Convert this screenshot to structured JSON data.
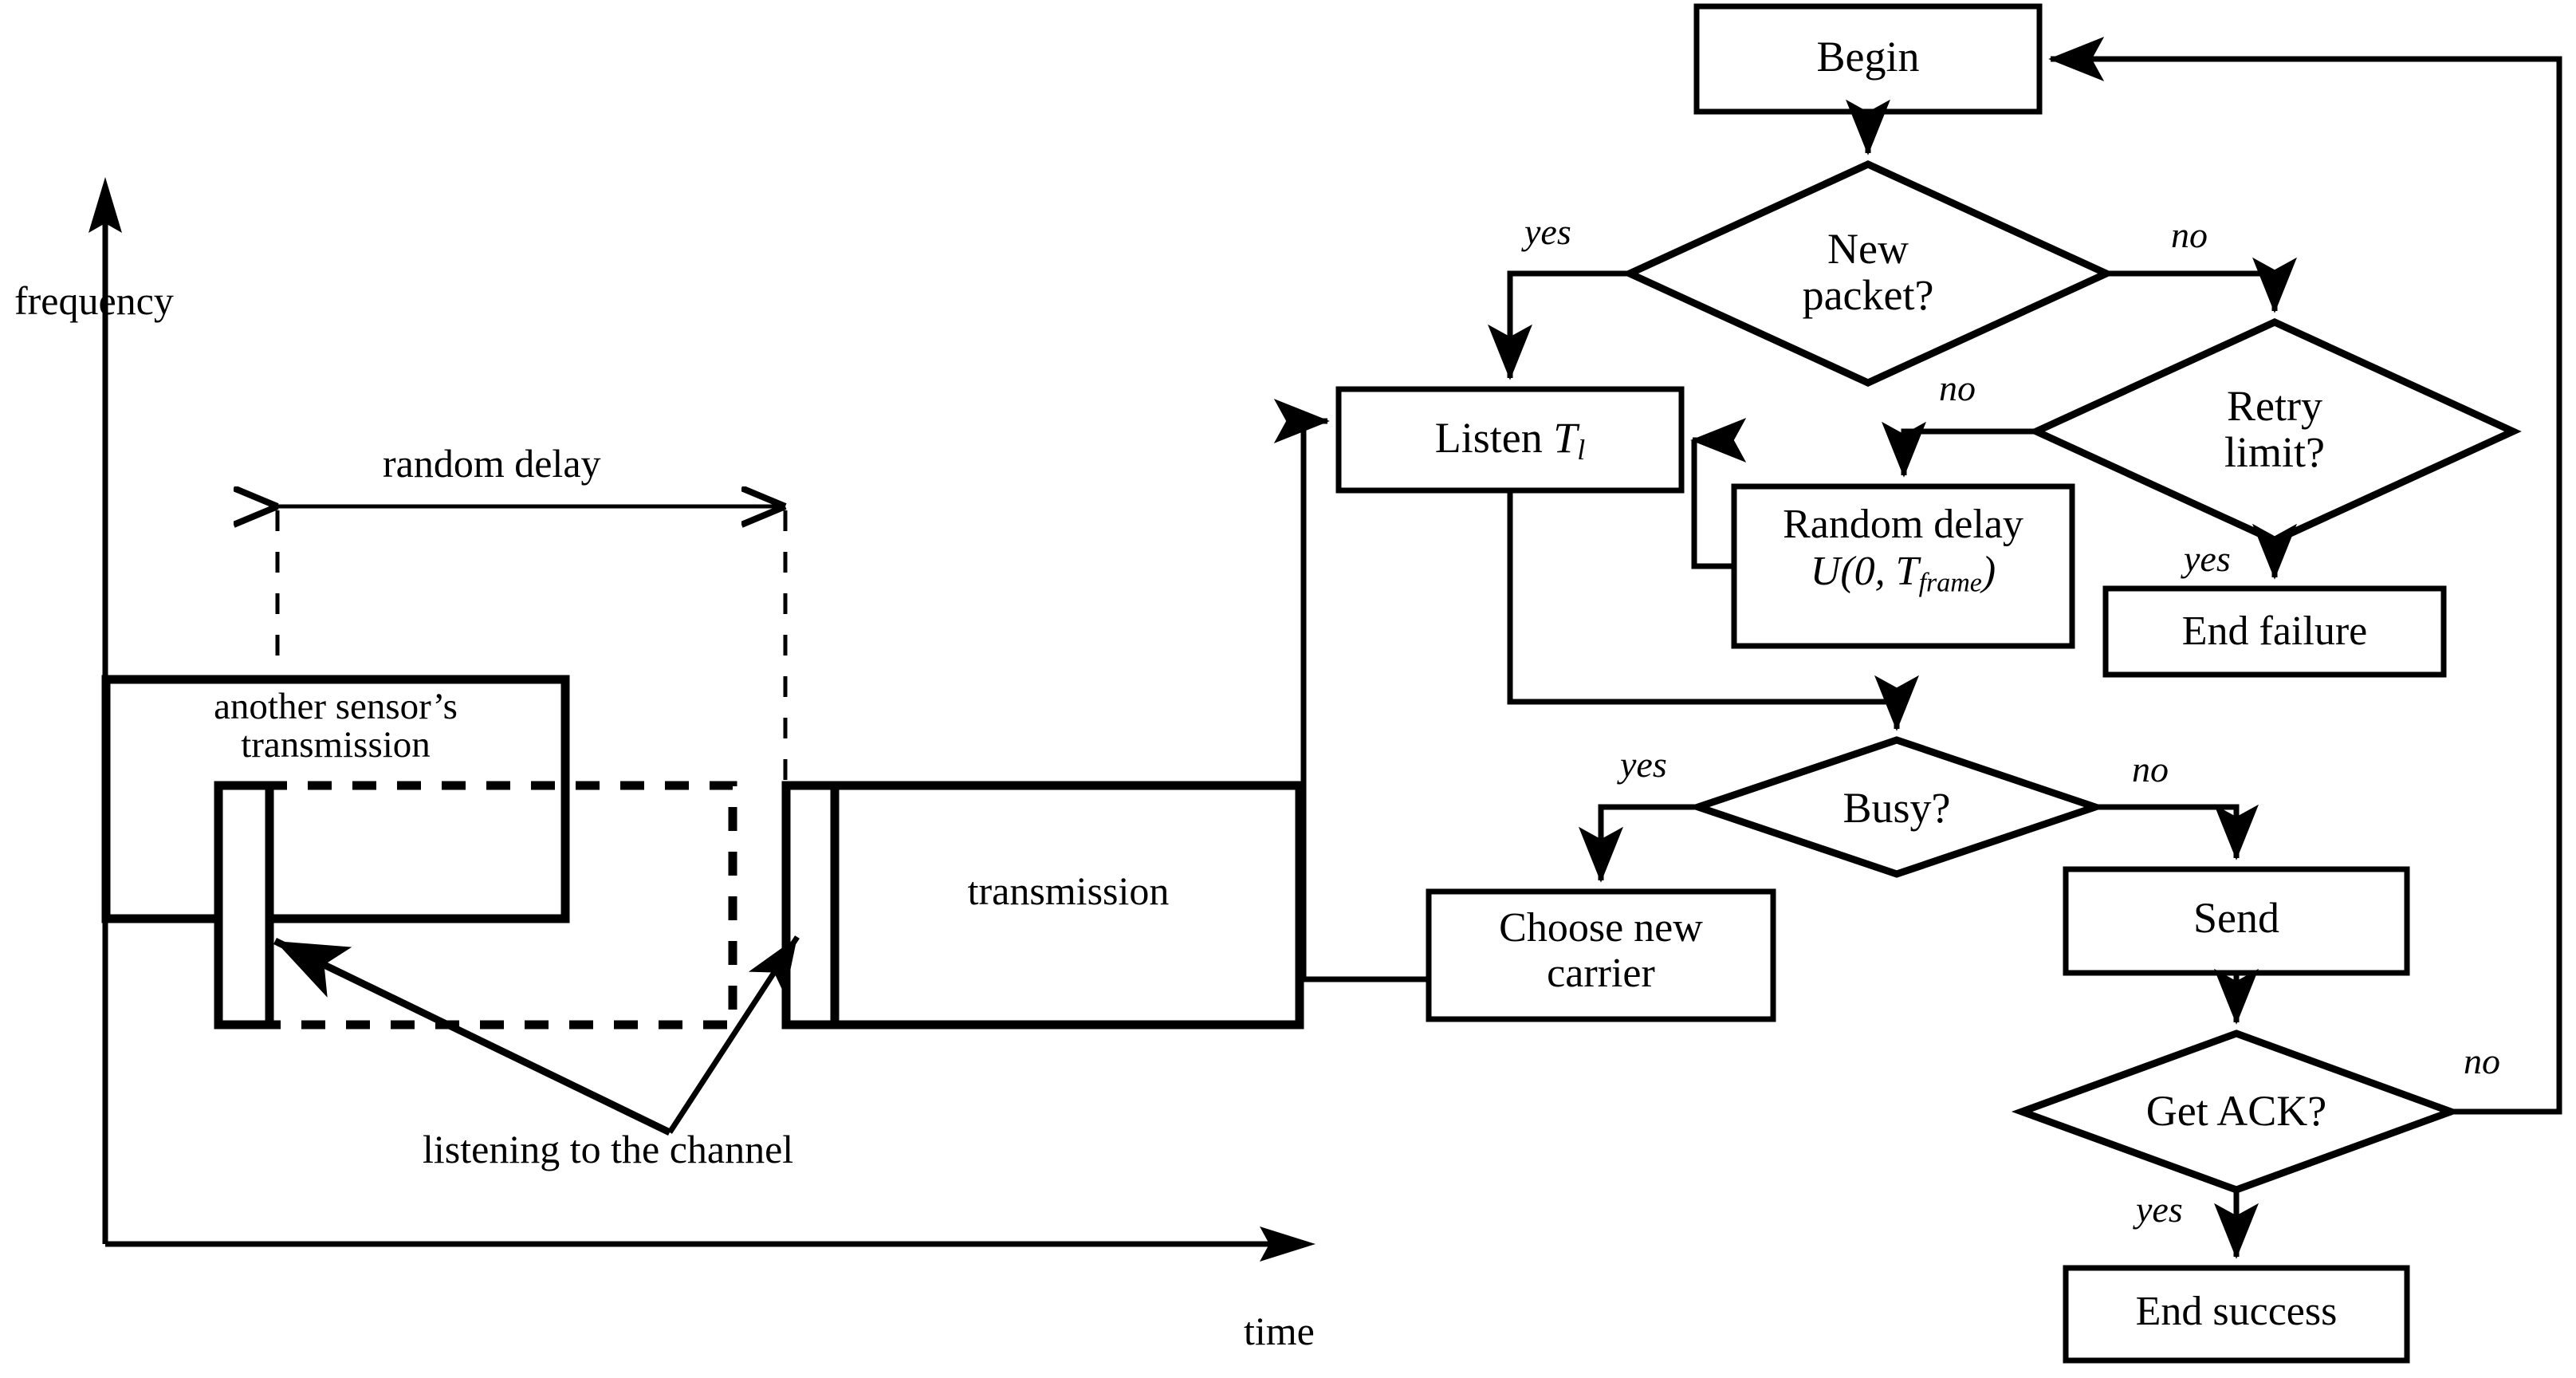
{
  "diagram": {
    "title": "CSMA transmission timing diagram and protocol flowchart",
    "colors": {
      "stroke": "#000000",
      "fill": "#ffffff",
      "background": "#ffffff"
    }
  },
  "timing": {
    "axes": {
      "y_label": "frequency",
      "x_label": "time"
    },
    "annotations": {
      "random_delay": "random delay",
      "listening": "listening to the channel"
    },
    "blocks": [
      {
        "id": "other-sensor",
        "label_line1": "another sensor’s",
        "label_line2": "transmission",
        "style": "solid"
      },
      {
        "id": "listen-slot-1",
        "label": "",
        "style": "solid-narrow"
      },
      {
        "id": "deferred-frame",
        "label": "",
        "style": "dashed"
      },
      {
        "id": "listen-slot-2",
        "label": "",
        "style": "solid-narrow"
      },
      {
        "id": "transmission",
        "label": "transmission",
        "style": "solid"
      }
    ]
  },
  "flowchart": {
    "nodes": [
      {
        "id": "begin",
        "shape": "rect",
        "label": "Begin"
      },
      {
        "id": "new-packet",
        "shape": "diamond",
        "label_line1": "New",
        "label_line2": "packet?"
      },
      {
        "id": "listen",
        "shape": "rect",
        "label_prefix": "Listen ",
        "label_var": "T",
        "label_sub": "l"
      },
      {
        "id": "retry-limit",
        "shape": "diamond",
        "label_line1": "Retry",
        "label_line2": "limit?"
      },
      {
        "id": "random-delay",
        "shape": "rect",
        "label_line1": "Random delay",
        "label_line2": "U(0, T_frame)"
      },
      {
        "id": "end-failure",
        "shape": "rect",
        "label": "End failure"
      },
      {
        "id": "busy",
        "shape": "diamond",
        "label": "Busy?"
      },
      {
        "id": "choose-new-carrier",
        "shape": "rect",
        "label_line1": "Choose new",
        "label_line2": "carrier"
      },
      {
        "id": "send",
        "shape": "rect",
        "label": "Send"
      },
      {
        "id": "get-ack",
        "shape": "diamond",
        "label": "Get ACK?"
      },
      {
        "id": "end-success",
        "shape": "rect",
        "label": "End success"
      }
    ],
    "edge_labels": {
      "new_packet_yes": "yes",
      "new_packet_no": "no",
      "retry_limit_no": "no",
      "retry_limit_yes": "yes",
      "busy_yes": "yes",
      "busy_no": "no",
      "get_ack_yes": "yes",
      "get_ack_no": "no"
    },
    "formula": {
      "random_delay_u": "U(0, T",
      "random_delay_sub": "frame",
      "random_delay_close": ")"
    }
  }
}
